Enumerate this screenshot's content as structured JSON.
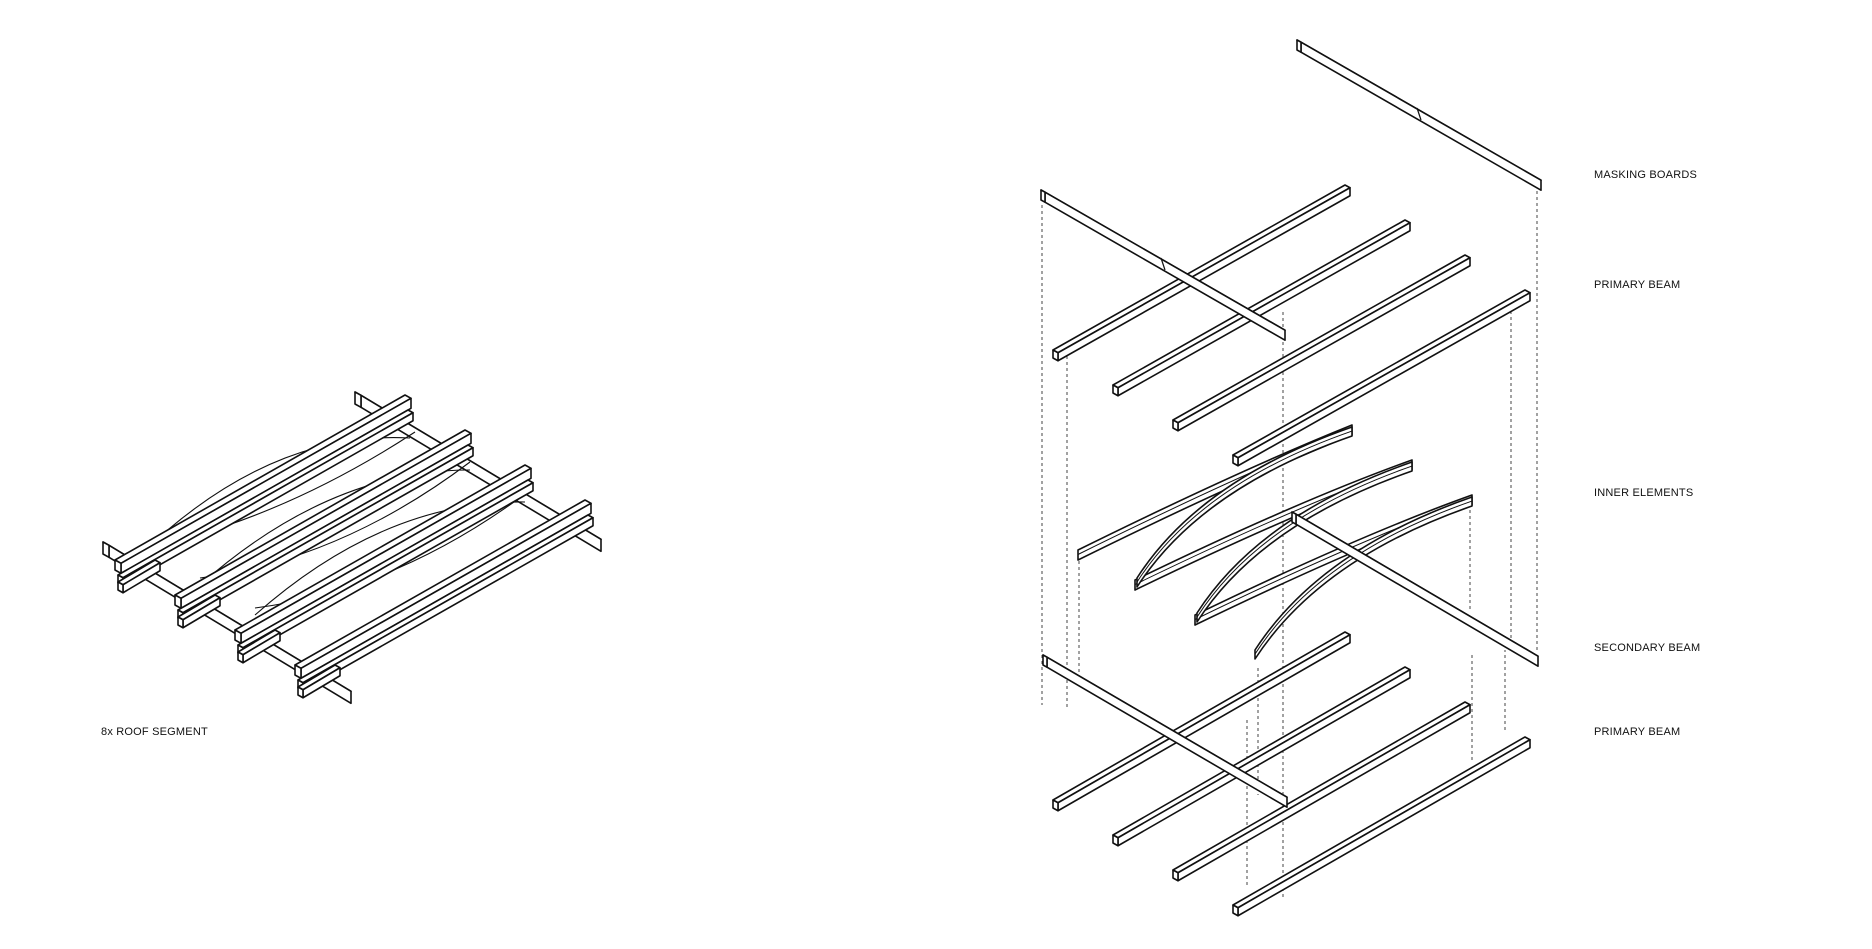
{
  "labels": {
    "roof_segment": "8x ROOF SEGMENT",
    "masking_boards": "MASKING BOARDS",
    "primary_beam_top": "PRIMARY BEAM",
    "inner_elements": "INNER ELEMENTS",
    "secondary_beam": "SECONDARY BEAM",
    "primary_beam_bottom": "PRIMARY BEAM"
  },
  "colors": {
    "line": "#111111",
    "fill": "#ffffff",
    "dashed": "#444444"
  }
}
